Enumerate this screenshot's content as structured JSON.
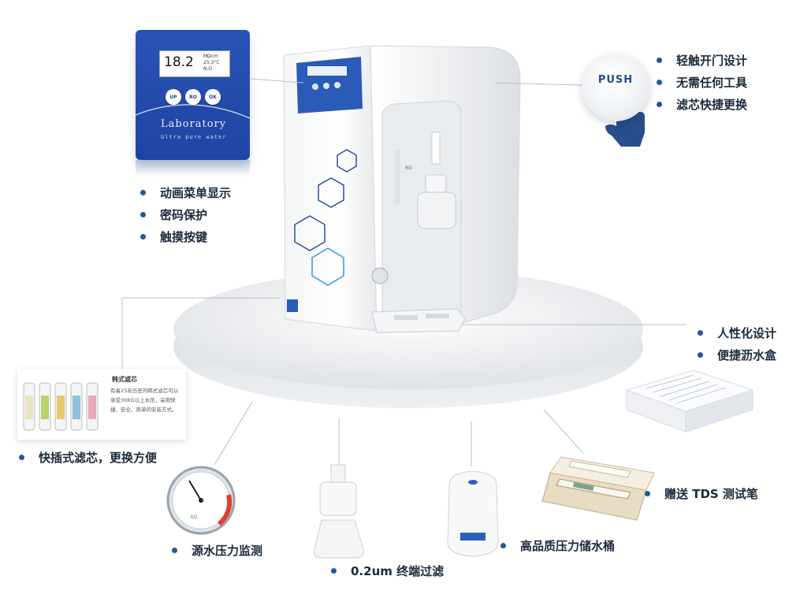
{
  "panel": {
    "reading": "18.2",
    "unit_line1": "MΩcm",
    "unit_line2": "25.3°C",
    "unit_line3": "N.O",
    "buttons": [
      "UP",
      "RO",
      "OK"
    ],
    "brand": "Laboratory",
    "tagline": "Ultra pure water"
  },
  "panel_features": [
    "动画菜单显示",
    "密码保护",
    "触摸按键"
  ],
  "push": {
    "label": "PUSH",
    "features": [
      "轻触开门设计",
      "无需任何工具",
      "滤芯快捷更换"
    ]
  },
  "tray_features": [
    "人性化设计",
    "便捷沥水盒"
  ],
  "filter_card": {
    "title": "韩式滤芯",
    "desc": "有着25年历史的韩式滤芯可以承受30KG以上水压，采用快捷、安全、简单的安装方式。"
  },
  "bottom_features": {
    "filter": "快插式滤芯，更换方便",
    "gauge": "源水压力监测",
    "terminal": "0.2um 终端过滤",
    "tank": "高品质压力储水桶",
    "tds": "赠送 TDS 测试笔"
  },
  "colors": {
    "accent": "#1e5a9c",
    "panel_blue": "#2151b0",
    "text": "#1b2a3a"
  }
}
